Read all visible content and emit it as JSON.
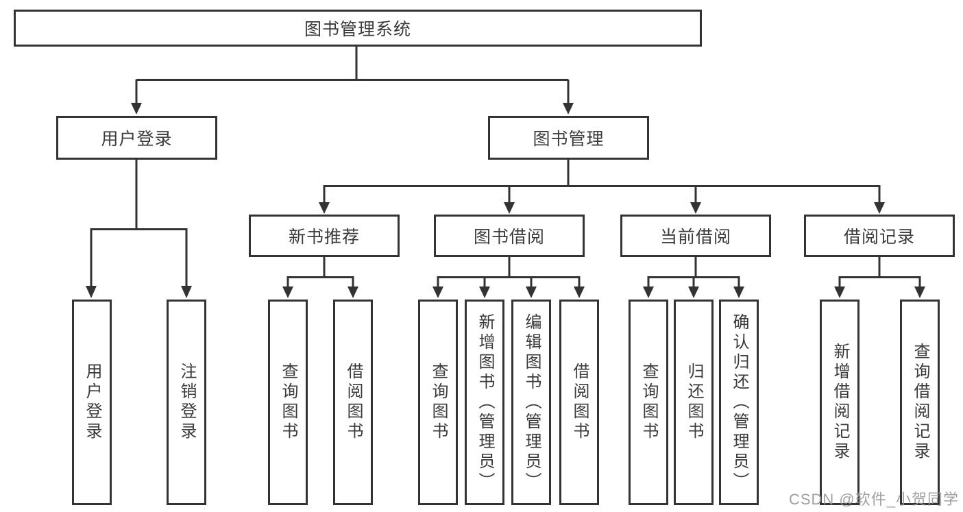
{
  "colors": {
    "line": "#333333",
    "box_border": "#333333",
    "text": "#3a3a3a",
    "background": "#ffffff",
    "watermark": "#969696"
  },
  "watermark": {
    "text": "CSDN @软件_小贺同学"
  },
  "tree": {
    "root": {
      "label": "图书管理系统"
    },
    "branches": [
      {
        "label": "用户登录",
        "children": [
          {
            "label": "用户登录"
          },
          {
            "label": "注销登录"
          }
        ]
      },
      {
        "label": "图书管理",
        "children": [
          {
            "label": "新书推荐",
            "children": [
              {
                "label": "查询图书"
              },
              {
                "label": "借阅图书"
              }
            ]
          },
          {
            "label": "图书借阅",
            "children": [
              {
                "label": "查询图书"
              },
              {
                "label": "新增图书（管理员）"
              },
              {
                "label": "编辑图书（管理员）"
              },
              {
                "label": "借阅图书"
              }
            ]
          },
          {
            "label": "当前借阅",
            "children": [
              {
                "label": "查询图书"
              },
              {
                "label": "归还图书"
              },
              {
                "label": "确认归还（管理员）"
              }
            ]
          },
          {
            "label": "借阅记录",
            "children": [
              {
                "label": "新增借阅记录"
              },
              {
                "label": "查询借阅记录"
              }
            ]
          }
        ]
      }
    ]
  }
}
